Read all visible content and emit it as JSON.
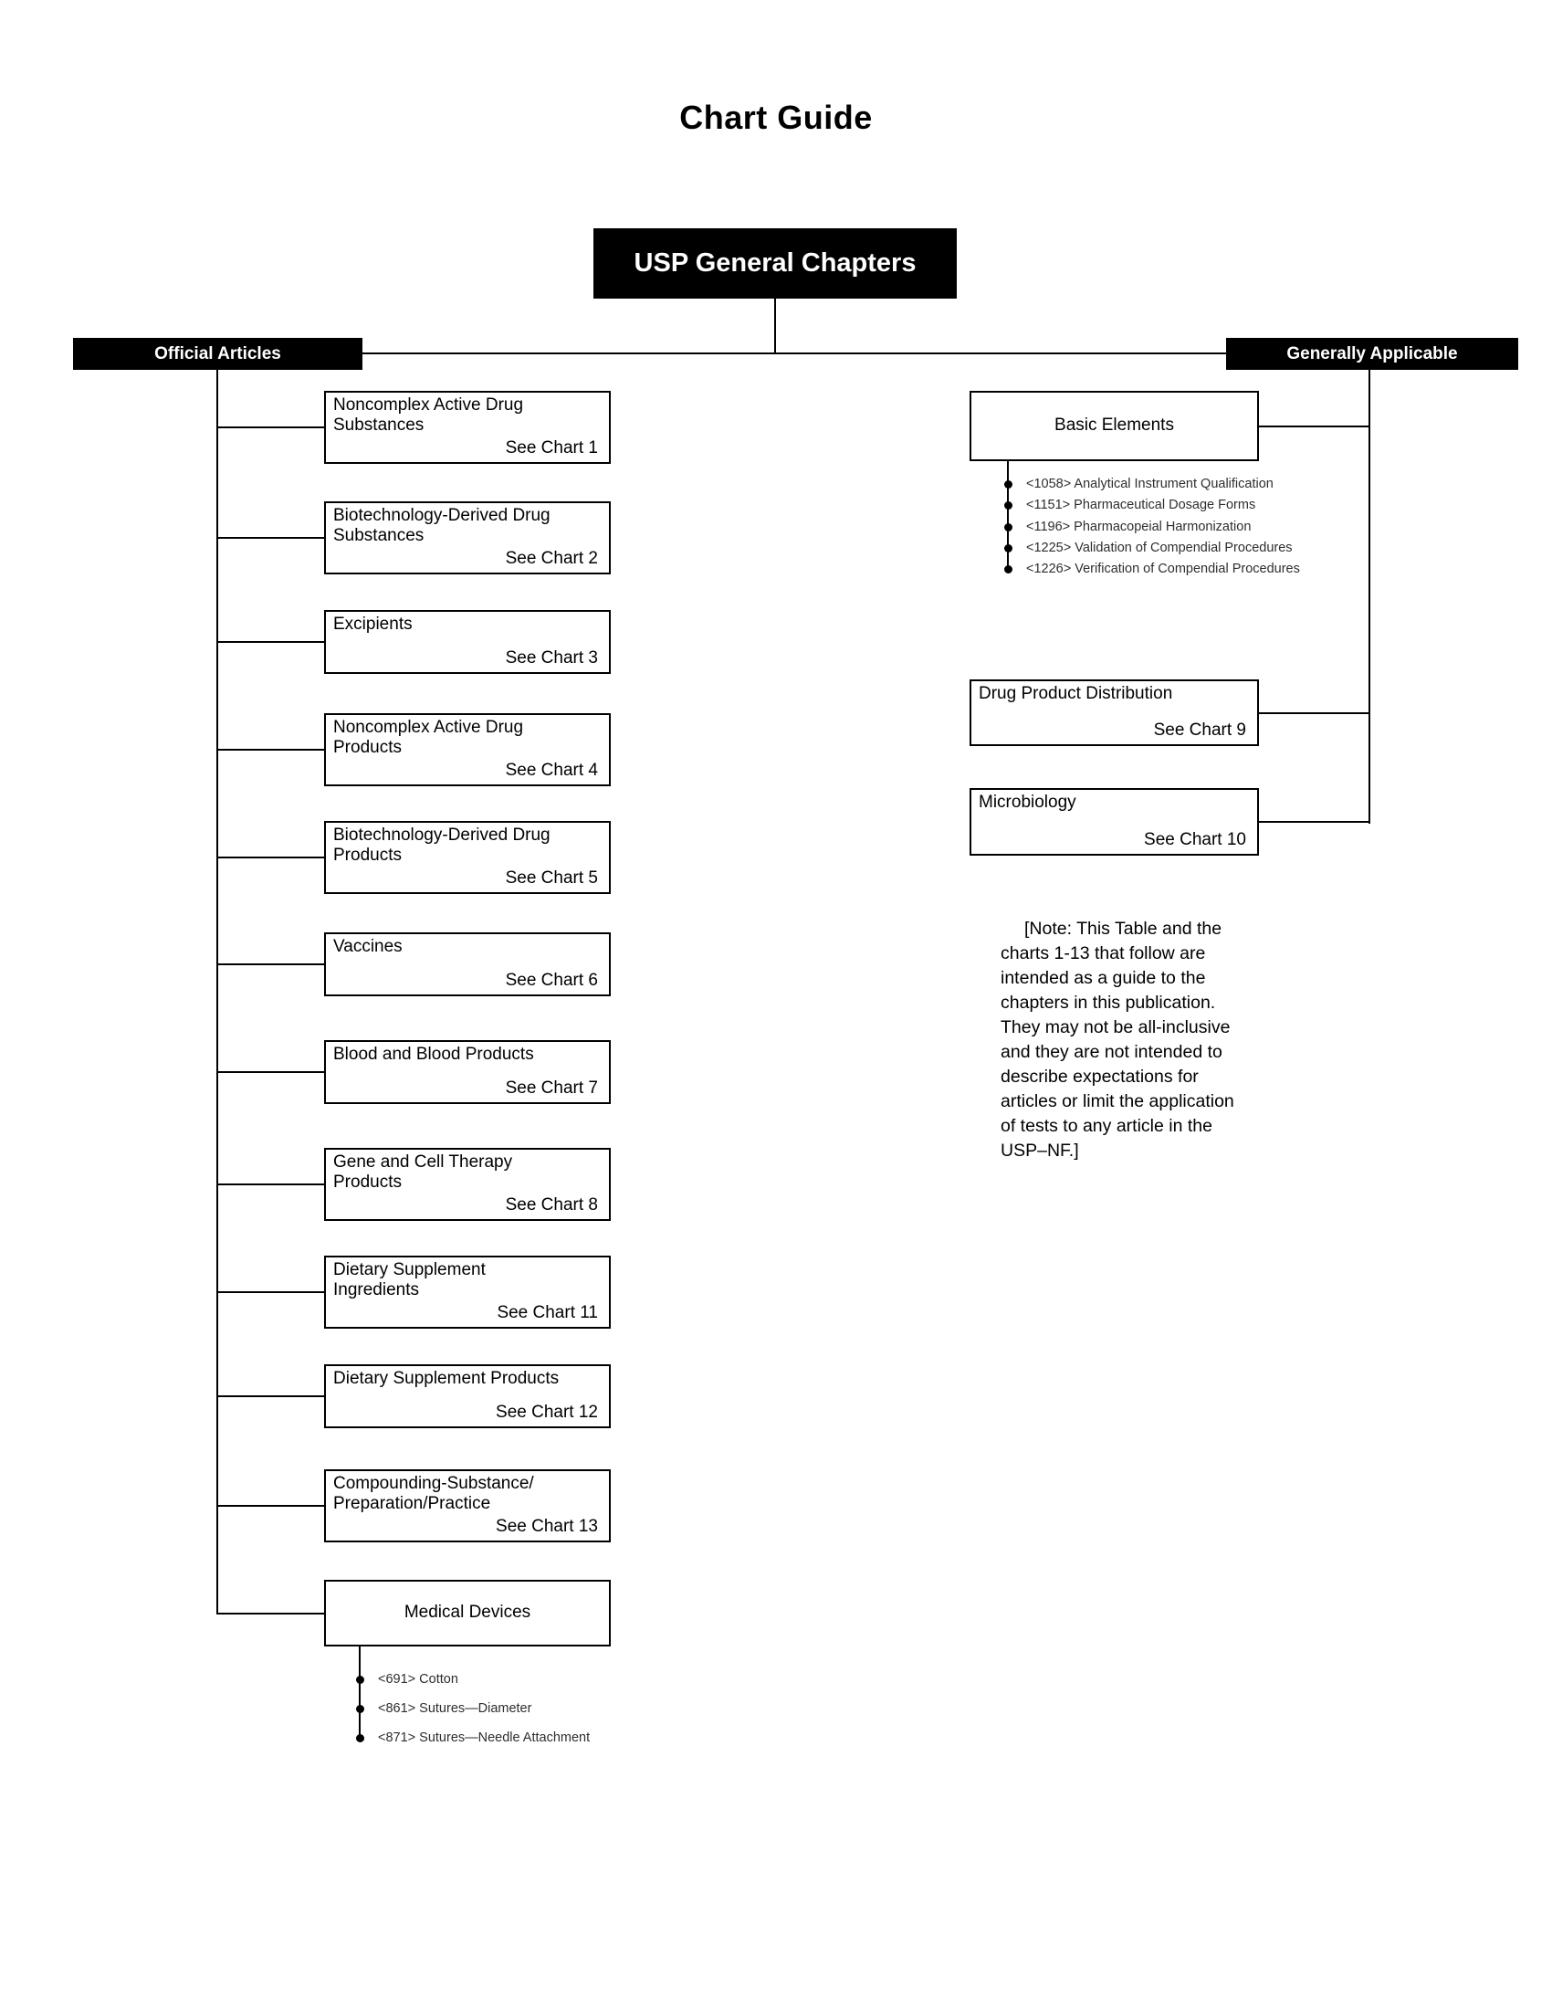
{
  "title": "Chart Guide",
  "root": {
    "label": "USP General Chapters"
  },
  "left_branch": {
    "header": "Official Articles",
    "boxes": [
      {
        "title": "Noncomplex Active Drug\nSubstances",
        "chart": "See Chart 1"
      },
      {
        "title": "Biotechnology-Derived Drug\nSubstances",
        "chart": "See Chart 2"
      },
      {
        "title": "Excipients",
        "chart": "See Chart 3"
      },
      {
        "title": "Noncomplex Active Drug\nProducts",
        "chart": "See Chart 4"
      },
      {
        "title": "Biotechnology-Derived Drug\nProducts",
        "chart": "See Chart 5"
      },
      {
        "title": "Vaccines",
        "chart": "See Chart 6"
      },
      {
        "title": "Blood and Blood Products",
        "chart": "See Chart 7"
      },
      {
        "title": "Gene and Cell Therapy\nProducts",
        "chart": "See Chart 8"
      },
      {
        "title": "Dietary Supplement\nIngredients",
        "chart": "See Chart 11"
      },
      {
        "title": "Dietary Supplement Products",
        "chart": "See Chart 12"
      },
      {
        "title": "Compounding-Substance/\nPreparation/Practice",
        "chart": "See Chart 13"
      },
      {
        "title": "Medical Devices",
        "chart": ""
      }
    ],
    "medical_devices_items": [
      "<691> Cotton",
      "<861> Sutures—Diameter",
      "<871> Sutures—Needle Attachment"
    ]
  },
  "right_branch": {
    "header": "Generally Applicable",
    "boxes": [
      {
        "title": "Basic Elements",
        "chart": ""
      },
      {
        "title": "Drug Product Distribution",
        "chart": "See Chart 9"
      },
      {
        "title": "Microbiology",
        "chart": "See Chart 10"
      }
    ],
    "basic_elements_items": [
      "<1058> Analytical Instrument Qualification",
      "<1151> Pharmaceutical Dosage Forms",
      "<1196> Pharmacopeial Harmonization",
      "<1225> Validation of Compendial Procedures",
      "<1226> Verification of Compendial Procedures"
    ]
  },
  "note": "[Note: This Table and the\ncharts 1-13 that follow are\nintended as a guide to the\nchapters in this publication.\nThey may not be all-inclusive\nand they are not intended to\ndescribe expectations for\narticles or limit the application\nof tests to any article in the\nUSP–NF.]"
}
